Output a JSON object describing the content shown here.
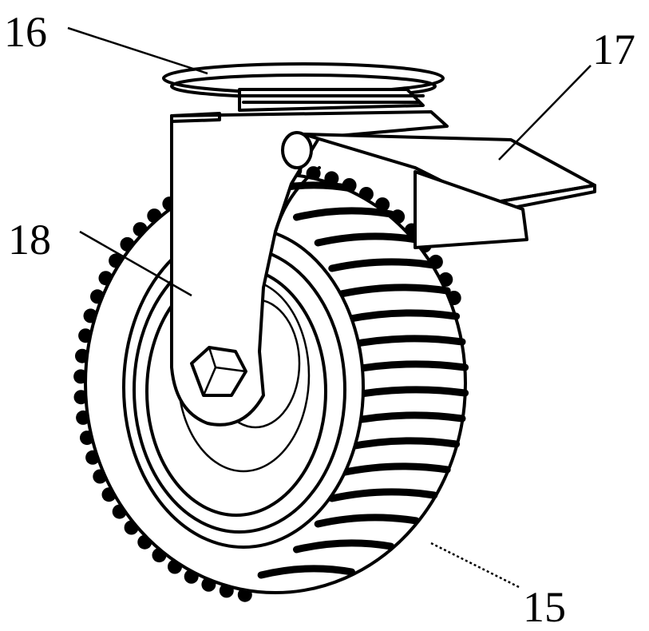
{
  "callouts": {
    "c15": "15",
    "c16": "16",
    "c17": "17",
    "c18": "18"
  }
}
